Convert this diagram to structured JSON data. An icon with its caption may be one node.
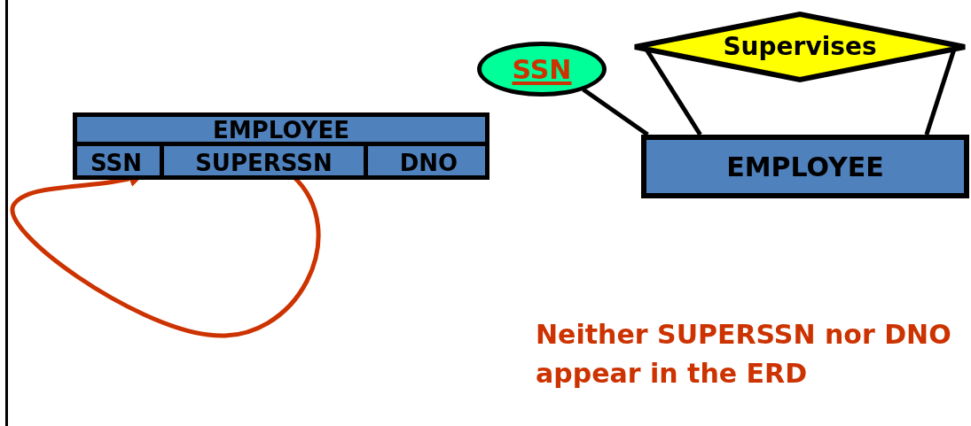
{
  "diagram": {
    "nodes": [
      {
        "text": [
          "EMPLOYEE"
        ]
      },
      {
        "text": [
          "SSN"
        ],
        "in": 0
      },
      {
        "text": [
          "SUPERSSN"
        ],
        "in": 0
      },
      {
        "text": [
          "DNO"
        ],
        "in": 0
      },
      {
        "text": [
          "SSN"
        ]
      },
      {
        "text": [
          "Supervises"
        ]
      },
      {
        "text": [
          "EMPLOYEE"
        ]
      }
    ],
    "edges": [
      {
        "from": 2,
        "to": 1,
        "arrow": "to",
        "color": "#cc3300"
      },
      {
        "from": 4,
        "to": 6,
        "arrow": "none"
      },
      {
        "from": 5,
        "to": 6,
        "arrow": "none"
      },
      {
        "from": 5,
        "to": 6,
        "arrow": "none"
      }
    ],
    "labels": [
      "Neither SUPERSSN nor DNO appear in the ERD"
    ]
  }
}
